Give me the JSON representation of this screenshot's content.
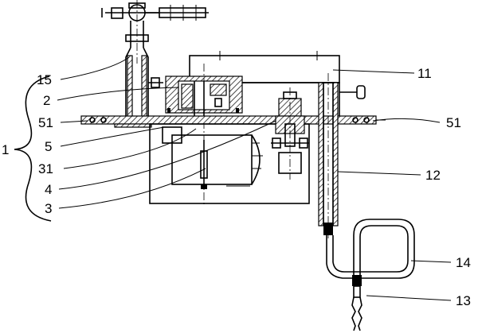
{
  "diagram": {
    "labels": [
      {
        "id": "l15",
        "text": "15"
      },
      {
        "id": "l2",
        "text": "2"
      },
      {
        "id": "l51a",
        "text": "51"
      },
      {
        "id": "l5",
        "text": "5"
      },
      {
        "id": "l1",
        "text": "1"
      },
      {
        "id": "l31",
        "text": "31"
      },
      {
        "id": "l4",
        "text": "4"
      },
      {
        "id": "l3",
        "text": "3"
      },
      {
        "id": "l11",
        "text": "11"
      },
      {
        "id": "l51b",
        "text": "51"
      },
      {
        "id": "l12",
        "text": "12"
      },
      {
        "id": "l14",
        "text": "14"
      },
      {
        "id": "l13",
        "text": "13"
      }
    ]
  }
}
